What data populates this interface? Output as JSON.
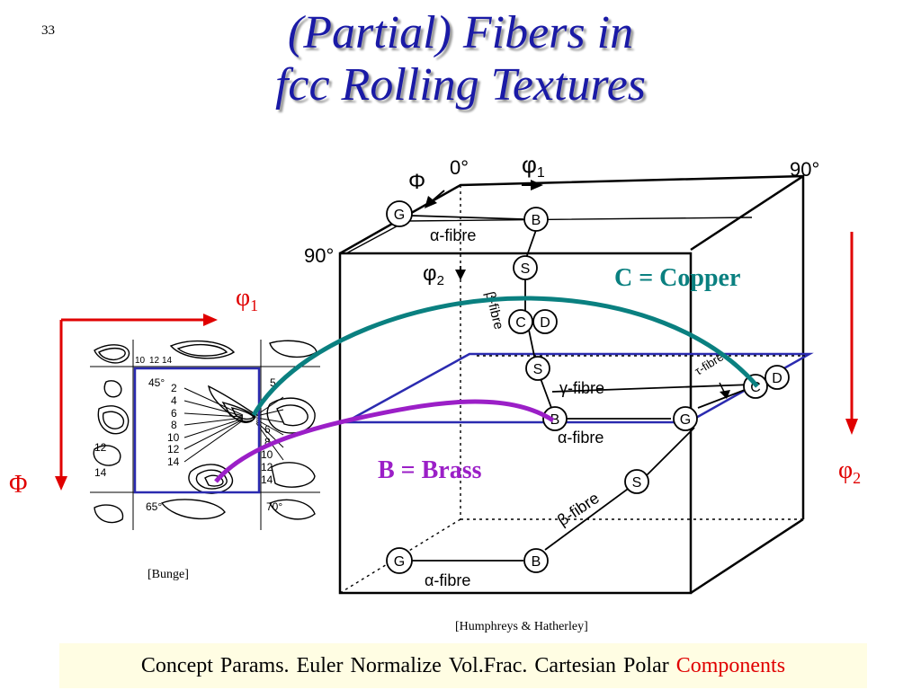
{
  "slide_number": "33",
  "title": {
    "line1": "(Partial) Fibers in",
    "line2": "fcc Rolling Textures"
  },
  "legend": {
    "copper": "C = Copper",
    "brass": "B = Brass"
  },
  "axes": {
    "phi1": "φ",
    "phi1_sub": "1",
    "Phi": "Φ",
    "phi2": "φ",
    "phi2_sub": "2"
  },
  "cube": {
    "angle_0": "0°",
    "angle_90_top": "90°",
    "angle_90_left": "90°",
    "phi1_label": "φ",
    "phi1_sub": "1",
    "Phi_label": "Φ",
    "phi2_label": "φ",
    "phi2_sub": "2",
    "fibres": {
      "alpha_top": "α-fibre",
      "alpha_mid": "α-fibre",
      "alpha_bottom": "α-fibre",
      "beta_top": "β-fibre",
      "beta_bottom": "β-fibre",
      "gamma": "γ-fibre",
      "tau": "τ-fibre"
    },
    "nodes": {
      "G": "G",
      "B": "B",
      "S": "S",
      "C": "C",
      "D": "D"
    }
  },
  "odf_section": {
    "angle_top": "45°",
    "angle_bottom_left": "65°",
    "angle_bottom_right": "70°",
    "contour_labels": [
      "2",
      "4",
      "6",
      "8",
      "10",
      "12",
      "14"
    ],
    "left_labels": [
      "12",
      "14"
    ],
    "top_labels": [
      "10",
      "12",
      "14"
    ],
    "right_labels": [
      "5",
      "6",
      "8",
      "10",
      "12",
      "14"
    ]
  },
  "citations": {
    "bunge": "[Bunge]",
    "humphreys": "[Humphreys & Hatherley]"
  },
  "nav": {
    "items": [
      "Concept",
      "Params.",
      "Euler",
      "Normalize",
      "Vol.Frac.",
      "Cartesian",
      "Polar",
      "Components"
    ],
    "active": "Components"
  },
  "colors": {
    "title": "#1a1aa6",
    "copper": "#0a8080",
    "brass": "#9b1fc7",
    "axis_arrow": "#e00000",
    "plane": "#2b2bb0",
    "nav_bg": "#fffde3"
  }
}
